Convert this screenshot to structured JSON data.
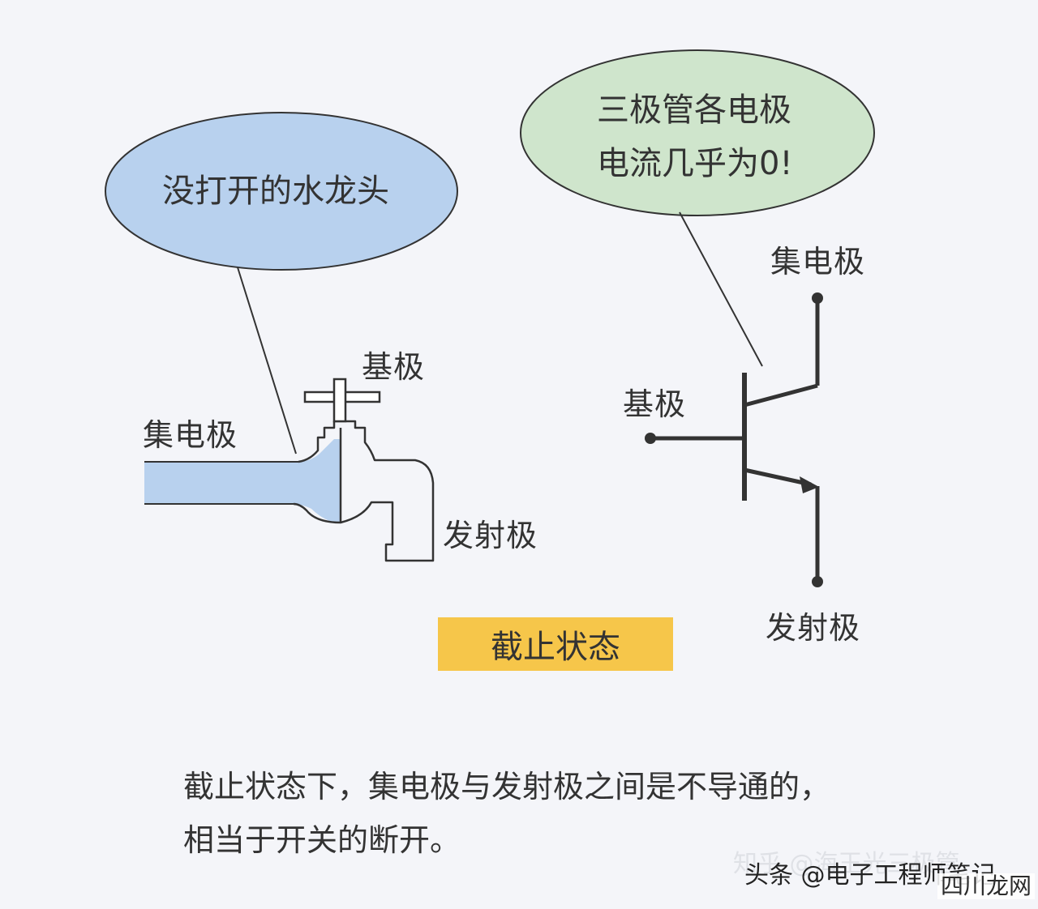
{
  "faucet": {
    "bubble_text": "没打开的水龙头",
    "base_label": "基极",
    "collector_label": "集电极",
    "emitter_label": "发射极"
  },
  "transistor": {
    "bubble_line1": "三极管各电极",
    "bubble_line2": "电流几乎为0!",
    "collector_label": "集电极",
    "base_label": "基极",
    "emitter_label": "发射极"
  },
  "state_label": "截止状态",
  "caption": {
    "line1": "截止状态下，集电极与发射极之间是不导通的，",
    "line2": "相当于开关的断开。"
  },
  "watermark": {
    "faint": "知乎 @海王光三极管",
    "main": "头条 @电子工程师笔记",
    "badge": "四川龙网"
  },
  "colors": {
    "background": "#f4f5f9",
    "bubble_left": "#b8d1ee",
    "bubble_right": "#cfe5cc",
    "water": "#b8d1ee",
    "state_box": "#f6c64a",
    "line": "#333333"
  }
}
